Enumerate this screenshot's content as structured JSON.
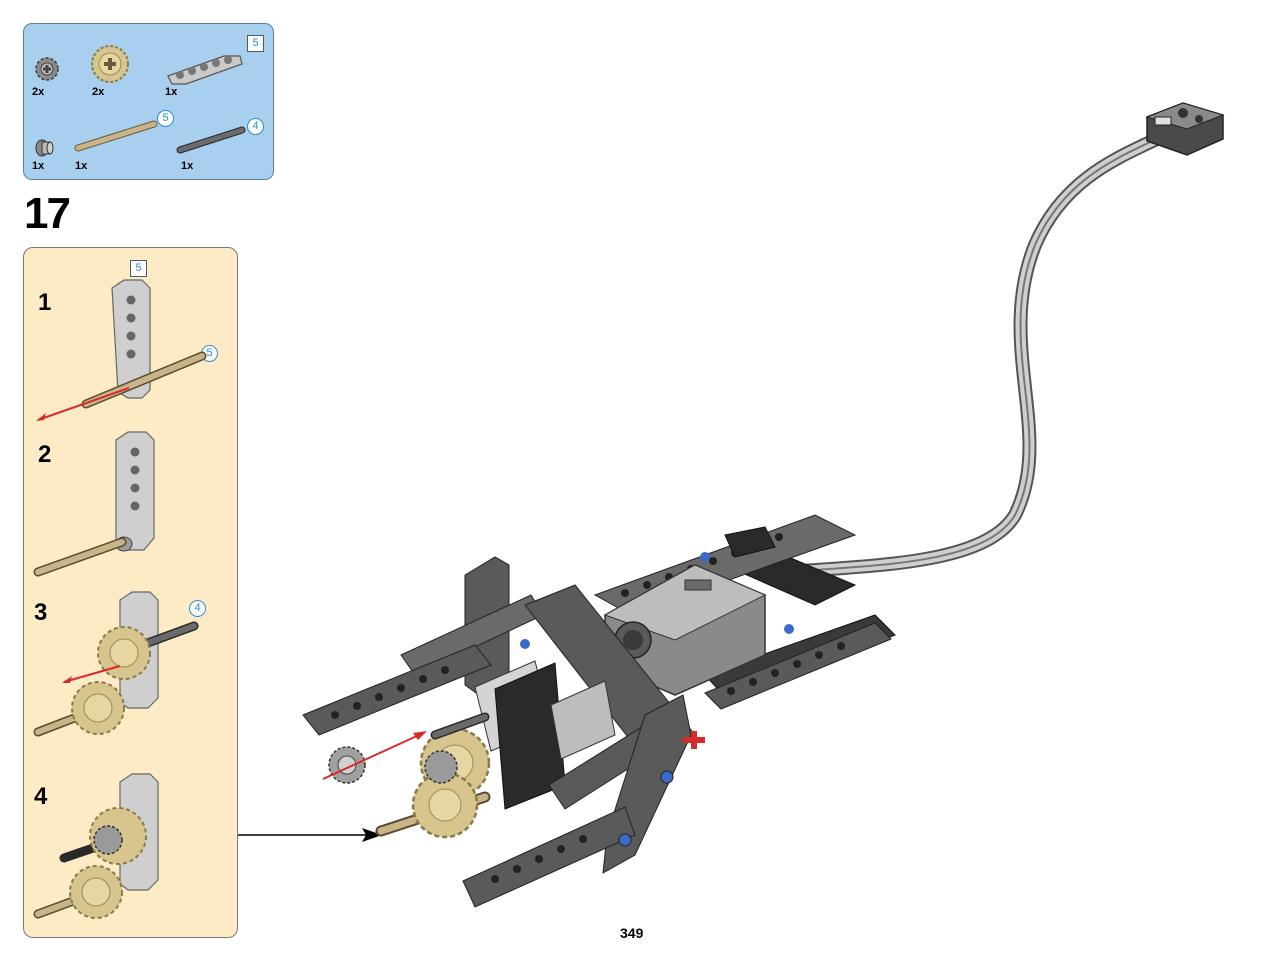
{
  "parts_list": {
    "items": [
      {
        "name": "gear-12-tooth-gray",
        "qty": "2x"
      },
      {
        "name": "gear-20-tooth-tan",
        "qty": "2x"
      },
      {
        "name": "beam-5-light-gray",
        "qty": "1x",
        "length_label": "5"
      },
      {
        "name": "bush-gray",
        "qty": "1x"
      },
      {
        "name": "axle-5-tan",
        "qty": "1x",
        "length_label": "5"
      },
      {
        "name": "axle-4-dark-gray",
        "qty": "1x",
        "length_label": "4"
      }
    ]
  },
  "step": {
    "number": "17",
    "callout_beam_length": "5",
    "substeps": [
      {
        "number": "1",
        "axle_length": "5"
      },
      {
        "number": "2"
      },
      {
        "number": "3",
        "axle_length": "4"
      },
      {
        "number": "4"
      }
    ]
  },
  "page_number": "349",
  "colors": {
    "parts_panel_bg": "#a8cfee",
    "substep_panel_bg": "#fdebc6",
    "arrow_red": "#d52b2b",
    "length_label_blue": "#2a8fd0"
  }
}
